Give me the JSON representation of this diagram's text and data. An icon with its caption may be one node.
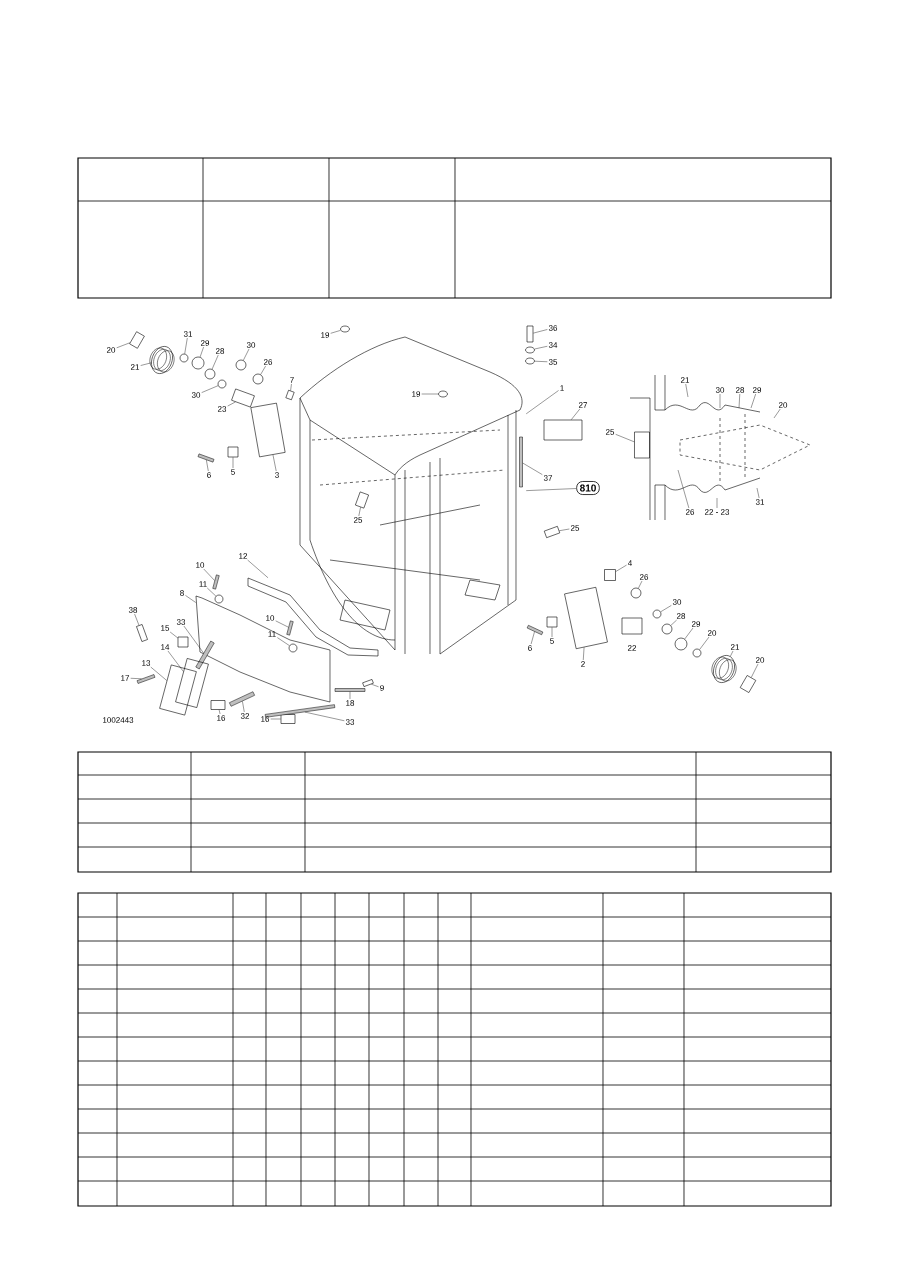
{
  "diagram": {
    "nodes": [
      {
        "text": [
          "20"
        ]
      },
      {
        "text": [
          "21"
        ]
      },
      {
        "text": [
          "31"
        ]
      },
      {
        "text": [
          "29"
        ]
      },
      {
        "text": [
          "28"
        ]
      },
      {
        "text": [
          "30"
        ]
      },
      {
        "text": [
          "26"
        ]
      },
      {
        "text": [
          "30"
        ]
      },
      {
        "text": [
          "23"
        ]
      },
      {
        "text": [
          "7"
        ]
      },
      {
        "text": [
          "3"
        ]
      },
      {
        "text": [
          "5"
        ]
      },
      {
        "text": [
          "6"
        ]
      },
      {
        "text": [
          "19"
        ]
      },
      {
        "text": [
          "36"
        ]
      },
      {
        "text": [
          "34"
        ]
      },
      {
        "text": [
          "35"
        ]
      },
      {
        "text": [
          "19"
        ],
        "in": 62
      },
      {
        "text": [
          "1"
        ]
      },
      {
        "text": [
          "27"
        ]
      },
      {
        "text": [
          "37"
        ]
      },
      {
        "text": [
          "810"
        ]
      },
      {
        "text": [
          "25"
        ],
        "in": 62
      },
      {
        "text": [
          "25"
        ]
      },
      {
        "text": [
          "21"
        ]
      },
      {
        "text": [
          "30"
        ]
      },
      {
        "text": [
          "28"
        ]
      },
      {
        "text": [
          "29"
        ]
      },
      {
        "text": [
          "20"
        ]
      },
      {
        "text": [
          "25"
        ]
      },
      {
        "text": [
          "26"
        ]
      },
      {
        "text": [
          "22 - 23"
        ]
      },
      {
        "text": [
          "31"
        ]
      },
      {
        "text": [
          "4"
        ]
      },
      {
        "text": [
          "26"
        ]
      },
      {
        "text": [
          "30"
        ]
      },
      {
        "text": [
          "28"
        ]
      },
      {
        "text": [
          "29"
        ]
      },
      {
        "text": [
          "20"
        ]
      },
      {
        "text": [
          "21"
        ]
      },
      {
        "text": [
          "20"
        ]
      },
      {
        "text": [
          "2"
        ]
      },
      {
        "text": [
          "5"
        ]
      },
      {
        "text": [
          "6"
        ]
      },
      {
        "text": [
          "10"
        ]
      },
      {
        "text": [
          "11"
        ]
      },
      {
        "text": [
          "12"
        ]
      },
      {
        "text": [
          "8"
        ]
      },
      {
        "text": [
          "38"
        ]
      },
      {
        "text": [
          "15"
        ]
      },
      {
        "text": [
          "33"
        ]
      },
      {
        "text": [
          "14"
        ]
      },
      {
        "text": [
          "13"
        ]
      },
      {
        "text": [
          "17"
        ]
      },
      {
        "text": [
          "10"
        ],
        "in": 99
      },
      {
        "text": [
          "11"
        ],
        "in": 99
      },
      {
        "text": [
          "9"
        ]
      },
      {
        "text": [
          "18"
        ]
      },
      {
        "text": [
          "16"
        ]
      },
      {
        "text": [
          "32"
        ]
      },
      {
        "text": [
          "16"
        ]
      },
      {
        "text": [
          "33"
        ]
      },
      {
        "text": [],
        "shape": "picture"
      },
      {
        "text": [],
        "shape": "box"
      },
      {
        "text": [],
        "shape": "picture"
      },
      {
        "text": [],
        "shape": "circle"
      },
      {
        "text": [],
        "shape": "circle"
      },
      {
        "text": [],
        "shape": "circle"
      },
      {
        "text": [],
        "shape": "circle"
      },
      {
        "text": [],
        "shape": "circle"
      },
      {
        "text": [],
        "shape": "circle"
      },
      {
        "text": [],
        "shape": "box"
      },
      {
        "text": [],
        "shape": "box"
      },
      {
        "text": [],
        "shape": "box"
      },
      {
        "text": [],
        "shape": "box"
      },
      {
        "text": [],
        "shape": "bar"
      },
      {
        "text": [],
        "shape": "circle"
      },
      {
        "text": [],
        "shape": "box"
      },
      {
        "text": [],
        "shape": "circle"
      },
      {
        "text": [],
        "shape": "circle"
      },
      {
        "text": [],
        "shape": "circle",
        "in": 62
      },
      {
        "text": [],
        "shape": "box"
      },
      {
        "text": [],
        "shape": "bar",
        "in": 62
      },
      {
        "text": [],
        "shape": "box",
        "in": 62
      },
      {
        "text": [],
        "shape": "box"
      },
      {
        "text": [],
        "shape": "box"
      },
      {
        "text": [],
        "shape": "circle"
      },
      {
        "text": [],
        "shape": "circle"
      },
      {
        "text": [],
        "shape": "circle"
      },
      {
        "text": [],
        "shape": "circle"
      },
      {
        "text": [],
        "shape": "circle"
      },
      {
        "text": [],
        "shape": "picture"
      },
      {
        "text": [],
        "shape": "box"
      },
      {
        "text": [],
        "shape": "box"
      },
      {
        "text": [],
        "shape": "box"
      },
      {
        "text": [],
        "shape": "bar"
      },
      {
        "text": [],
        "shape": "bar"
      },
      {
        "text": [],
        "shape": "circle"
      },
      {
        "text": [],
        "shape": "picture"
      },
      {
        "text": [],
        "shape": "picture"
      },
      {
        "text": [],
        "shape": "box"
      },
      {
        "text": [],
        "shape": "box"
      },
      {
        "text": [],
        "shape": "bar"
      },
      {
        "text": [],
        "shape": "box"
      },
      {
        "text": [],
        "shape": "box"
      },
      {
        "text": [],
        "shape": "bar"
      },
      {
        "text": [],
        "shape": "bar",
        "in": 99
      },
      {
        "text": [],
        "shape": "circle",
        "in": 99
      },
      {
        "text": [],
        "shape": "box"
      },
      {
        "text": [],
        "shape": "bar"
      },
      {
        "text": [],
        "shape": "box"
      },
      {
        "text": [],
        "shape": "bar"
      },
      {
        "text": [],
        "shape": "box"
      },
      {
        "text": [],
        "shape": "bar"
      },
      {
        "text": [],
        "shape": "box"
      }
    ],
    "edges": [
      {
        "from": 0,
        "to": 63,
        "arrow": "none"
      },
      {
        "from": 1,
        "to": 64,
        "arrow": "none"
      },
      {
        "from": 2,
        "to": 65,
        "arrow": "none"
      },
      {
        "from": 3,
        "to": 66,
        "arrow": "none"
      },
      {
        "from": 4,
        "to": 67,
        "arrow": "none"
      },
      {
        "from": 5,
        "to": 68,
        "arrow": "none"
      },
      {
        "from": 6,
        "to": 69,
        "arrow": "none"
      },
      {
        "from": 7,
        "to": 70,
        "arrow": "none"
      },
      {
        "from": 8,
        "to": 71,
        "arrow": "none"
      },
      {
        "from": 9,
        "to": 72,
        "arrow": "none"
      },
      {
        "from": 10,
        "to": 73,
        "arrow": "none"
      },
      {
        "from": 11,
        "to": 74,
        "arrow": "none"
      },
      {
        "from": 12,
        "to": 75,
        "arrow": "none"
      },
      {
        "from": 13,
        "to": 76,
        "arrow": "none"
      },
      {
        "from": 14,
        "to": 77,
        "arrow": "none"
      },
      {
        "from": 15,
        "to": 78,
        "arrow": "none"
      },
      {
        "from": 16,
        "to": 79,
        "arrow": "none"
      },
      {
        "from": 17,
        "to": 80,
        "arrow": "none"
      },
      {
        "from": 18,
        "to": 62,
        "arrow": "none"
      },
      {
        "from": 19,
        "to": 81,
        "arrow": "none"
      },
      {
        "from": 20,
        "to": 82,
        "arrow": "none"
      },
      {
        "from": 21,
        "to": 62,
        "arrow": "none"
      },
      {
        "from": 22,
        "to": 83,
        "arrow": "none"
      },
      {
        "from": 23,
        "to": 84,
        "arrow": "none"
      },
      {
        "from": 24,
        "to": null,
        "arrow": "none"
      },
      {
        "from": 25,
        "to": null,
        "arrow": "none"
      },
      {
        "from": 26,
        "to": null,
        "arrow": "none"
      },
      {
        "from": 27,
        "to": null,
        "arrow": "none"
      },
      {
        "from": 28,
        "to": null,
        "arrow": "none"
      },
      {
        "from": 29,
        "to": 114,
        "arrow": "none"
      },
      {
        "from": 30,
        "to": null,
        "arrow": "none"
      },
      {
        "from": 31,
        "to": null,
        "arrow": "none"
      },
      {
        "from": 32,
        "to": null,
        "arrow": "none"
      },
      {
        "from": 33,
        "to": 85,
        "arrow": "none"
      },
      {
        "from": 34,
        "to": 86,
        "arrow": "none"
      },
      {
        "from": 35,
        "to": 87,
        "arrow": "none"
      },
      {
        "from": 36,
        "to": 88,
        "arrow": "none"
      },
      {
        "from": 37,
        "to": 89,
        "arrow": "none"
      },
      {
        "from": 38,
        "to": 90,
        "arrow": "none"
      },
      {
        "from": 39,
        "to": 91,
        "arrow": "none"
      },
      {
        "from": 40,
        "to": 92,
        "arrow": "none"
      },
      {
        "from": 41,
        "to": 93,
        "arrow": "none"
      },
      {
        "from": 42,
        "to": 94,
        "arrow": "none"
      },
      {
        "from": 43,
        "to": 95,
        "arrow": "none"
      },
      {
        "from": 44,
        "to": 96,
        "arrow": "none"
      },
      {
        "from": 45,
        "to": 97,
        "arrow": "none"
      },
      {
        "from": 46,
        "to": 98,
        "arrow": "none"
      },
      {
        "from": 47,
        "to": 99,
        "arrow": "none"
      },
      {
        "from": 48,
        "to": 100,
        "arrow": "none"
      },
      {
        "from": 49,
        "to": 101,
        "arrow": "none"
      },
      {
        "from": 50,
        "to": 102,
        "arrow": "none"
      },
      {
        "from": 51,
        "to": 103,
        "arrow": "none"
      },
      {
        "from": 52,
        "to": 104,
        "arrow": "none"
      },
      {
        "from": 53,
        "to": 105,
        "arrow": "none"
      },
      {
        "from": 54,
        "to": 106,
        "arrow": "none"
      },
      {
        "from": 55,
        "to": 107,
        "arrow": "none"
      },
      {
        "from": 56,
        "to": 108,
        "arrow": "none"
      },
      {
        "from": 57,
        "to": 109,
        "arrow": "none"
      },
      {
        "from": 58,
        "to": 110,
        "arrow": "none"
      },
      {
        "from": 59,
        "to": 111,
        "arrow": "none"
      },
      {
        "from": 60,
        "to": 112,
        "arrow": "none"
      },
      {
        "from": 61,
        "to": 113,
        "arrow": "none"
      }
    ],
    "labels": [
      "22",
      "1002443"
    ]
  }
}
